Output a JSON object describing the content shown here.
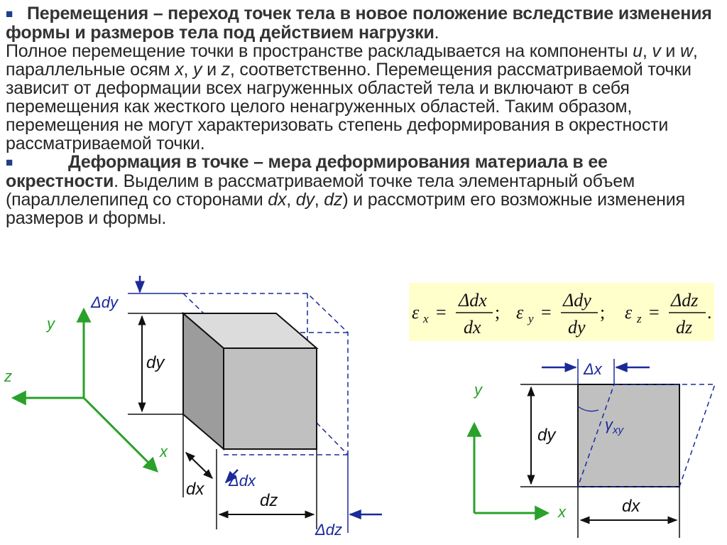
{
  "text": {
    "p1_bullet": "■",
    "p1_bold": "Перемещения – переход точек тела в новое положение вследствие изменения формы и размеров тела под действием нагрузки",
    "p1_end": ".",
    "p2_a": "Полное перемещение точки в пространстве раскладывается на компоненты ",
    "u": "u",
    "sep1": ", ",
    "v": "v",
    "and1": " и ",
    "w": "w",
    "p2_b": ", параллельные осям ",
    "x": "x",
    "sep2": ", ",
    "y": "y",
    "and2": " и ",
    "z": "z",
    "p2_c": ", соответственно. Перемещения рассматриваемой точки зависит от деформации всех нагруженных областей тела и включают в себя перемещения как жесткого целого ненагруженных областей. Таким образом, перемещения не могут характеризовать степень деформирования в окрестности рассматриваемой точки.",
    "p3_bullet": "■",
    "p3_bold": "Деформация в точке – мера деформирования материала в ее окрестности",
    "p3_a": ". Выделим в рассматриваемой точке тела элементарный объем (параллелепипед со сторонами ",
    "dx": "dx",
    "sep3": ", ",
    "dy": "dy",
    "sep4": ", ",
    "dz": "dz",
    "p3_b": ") и рассмотрим его возможные изменения размеров и формы."
  },
  "formulas": {
    "eps": "ε",
    "sub_x": "x",
    "sub_y": "y",
    "sub_z": "z",
    "eq": "=",
    "num_x": "Δdx",
    "den_x": "dx",
    "num_y": "Δdy",
    "den_y": "dy",
    "num_z": "Δdz",
    "den_z": "dz",
    "semi": ";",
    "end": "."
  },
  "figure_left": {
    "axis_y": "y",
    "axis_z": "z",
    "axis_x": "x",
    "delta_dy": "Δdy",
    "dy": "dy",
    "dx": "dx",
    "delta_dx": "Δdx",
    "dz": "dz",
    "delta_dz": "Δdz"
  },
  "figure_right": {
    "delta_dx": "Δx",
    "axis_y": "y",
    "axis_x": "x",
    "dy": "dy",
    "gamma": "γ",
    "gamma_sub": "xy",
    "dx": "dx"
  },
  "colors": {
    "axis_green": "#2aa12a",
    "dim_blue": "#1a2a9a",
    "cube_gray": "#c0c0c0",
    "formula_bg": "#ffffcc",
    "bullet_blue": "#1f3f8a"
  }
}
